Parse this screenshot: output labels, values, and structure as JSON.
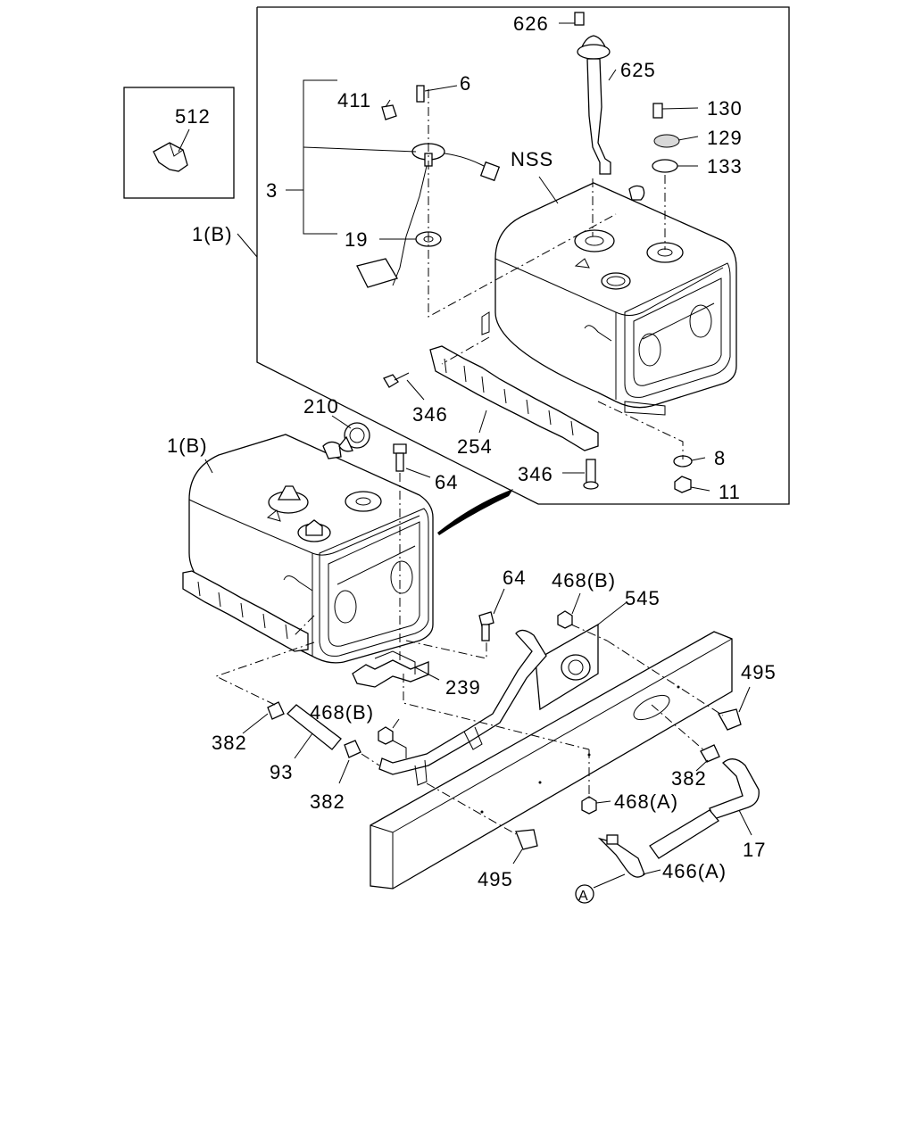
{
  "labels": {
    "l626": "626",
    "l625": "625",
    "l6": "6",
    "l411": "411",
    "l130": "130",
    "l129": "129",
    "l133": "133",
    "lNSS": "NSS",
    "l512": "512",
    "l3": "3",
    "l1b_top": "1(B)",
    "l19": "19",
    "l346_a": "346",
    "l254": "254",
    "l346_b": "346",
    "l8": "8",
    "l11": "11",
    "l210": "210",
    "l1b_mid": "1(B)",
    "l64_a": "64",
    "l64_b": "64",
    "l468b_a": "468(B)",
    "l545": "545",
    "l495_a": "495",
    "l239": "239",
    "l468b_b": "468(B)",
    "l382_a": "382",
    "l93": "93",
    "l382_b": "382",
    "l382_c": "382",
    "l468a": "468(A)",
    "l17": "17",
    "l495_b": "495",
    "l466a": "466(A)",
    "lA": "A"
  }
}
